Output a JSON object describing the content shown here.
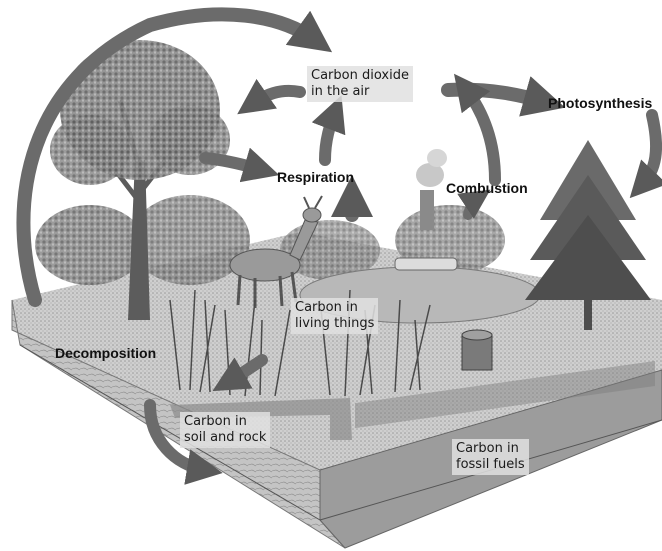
{
  "labels": {
    "air": [
      "Carbon dioxide",
      "in the air"
    ],
    "living": [
      "Carbon in",
      "living things"
    ],
    "soil": [
      "Carbon in",
      "soil and rock"
    ],
    "fossil": [
      "Carbon in",
      "fossil fuels"
    ],
    "photosynthesis": "Photosynthesis",
    "respiration": "Respiration",
    "combustion": "Combustion",
    "decomposition": "Decomposition"
  },
  "colors": {
    "arrow": "#6b6b6b",
    "ground": "#bdbdbd",
    "vegetation": "#7a7a7a"
  },
  "icons": [
    "deciduous-tree",
    "pine-tree",
    "deer",
    "grass",
    "factory-smoke",
    "tree-stump"
  ]
}
